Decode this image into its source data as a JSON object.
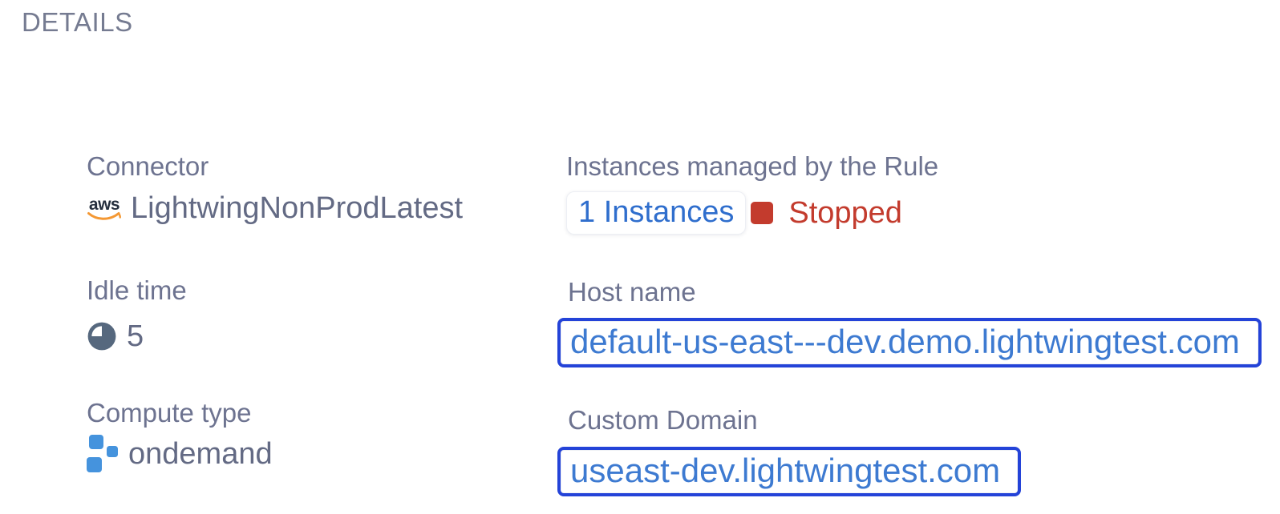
{
  "heading": "DETAILS",
  "fields": {
    "connector": {
      "label": "Connector",
      "aws_logo_text": "aws",
      "value": "LightwingNonProdLatest"
    },
    "instances": {
      "label": "Instances managed by the Rule",
      "count_link": "1 Instances",
      "status": "Stopped"
    },
    "idle_time": {
      "label": "Idle time",
      "value": "5"
    },
    "host_name": {
      "label": "Host name",
      "url": "default-us-east---dev.demo.lightwingtest.com"
    },
    "compute_type": {
      "label": "Compute type",
      "value": "ondemand"
    },
    "custom_domain": {
      "label": "Custom Domain",
      "url": "useast-dev.lightwingtest.com"
    }
  },
  "icons": {
    "connector": "aws-logo",
    "idle_time": "pie-clock",
    "compute_type": "compute-squares",
    "status": "stopped-red-square"
  },
  "colors": {
    "heading_gray": "#757b91",
    "label_gray": "#6d7390",
    "value_gray": "#636a84",
    "link_blue": "#2f6ecd",
    "domain_blue": "#3d7ad1",
    "focus_border_blue": "#2443d8",
    "status_red": "#c33b2d",
    "icon_slate": "#56687e",
    "compute_blue": "#4593dd",
    "aws_navy": "#252f3e",
    "aws_orange": "#f49833"
  }
}
